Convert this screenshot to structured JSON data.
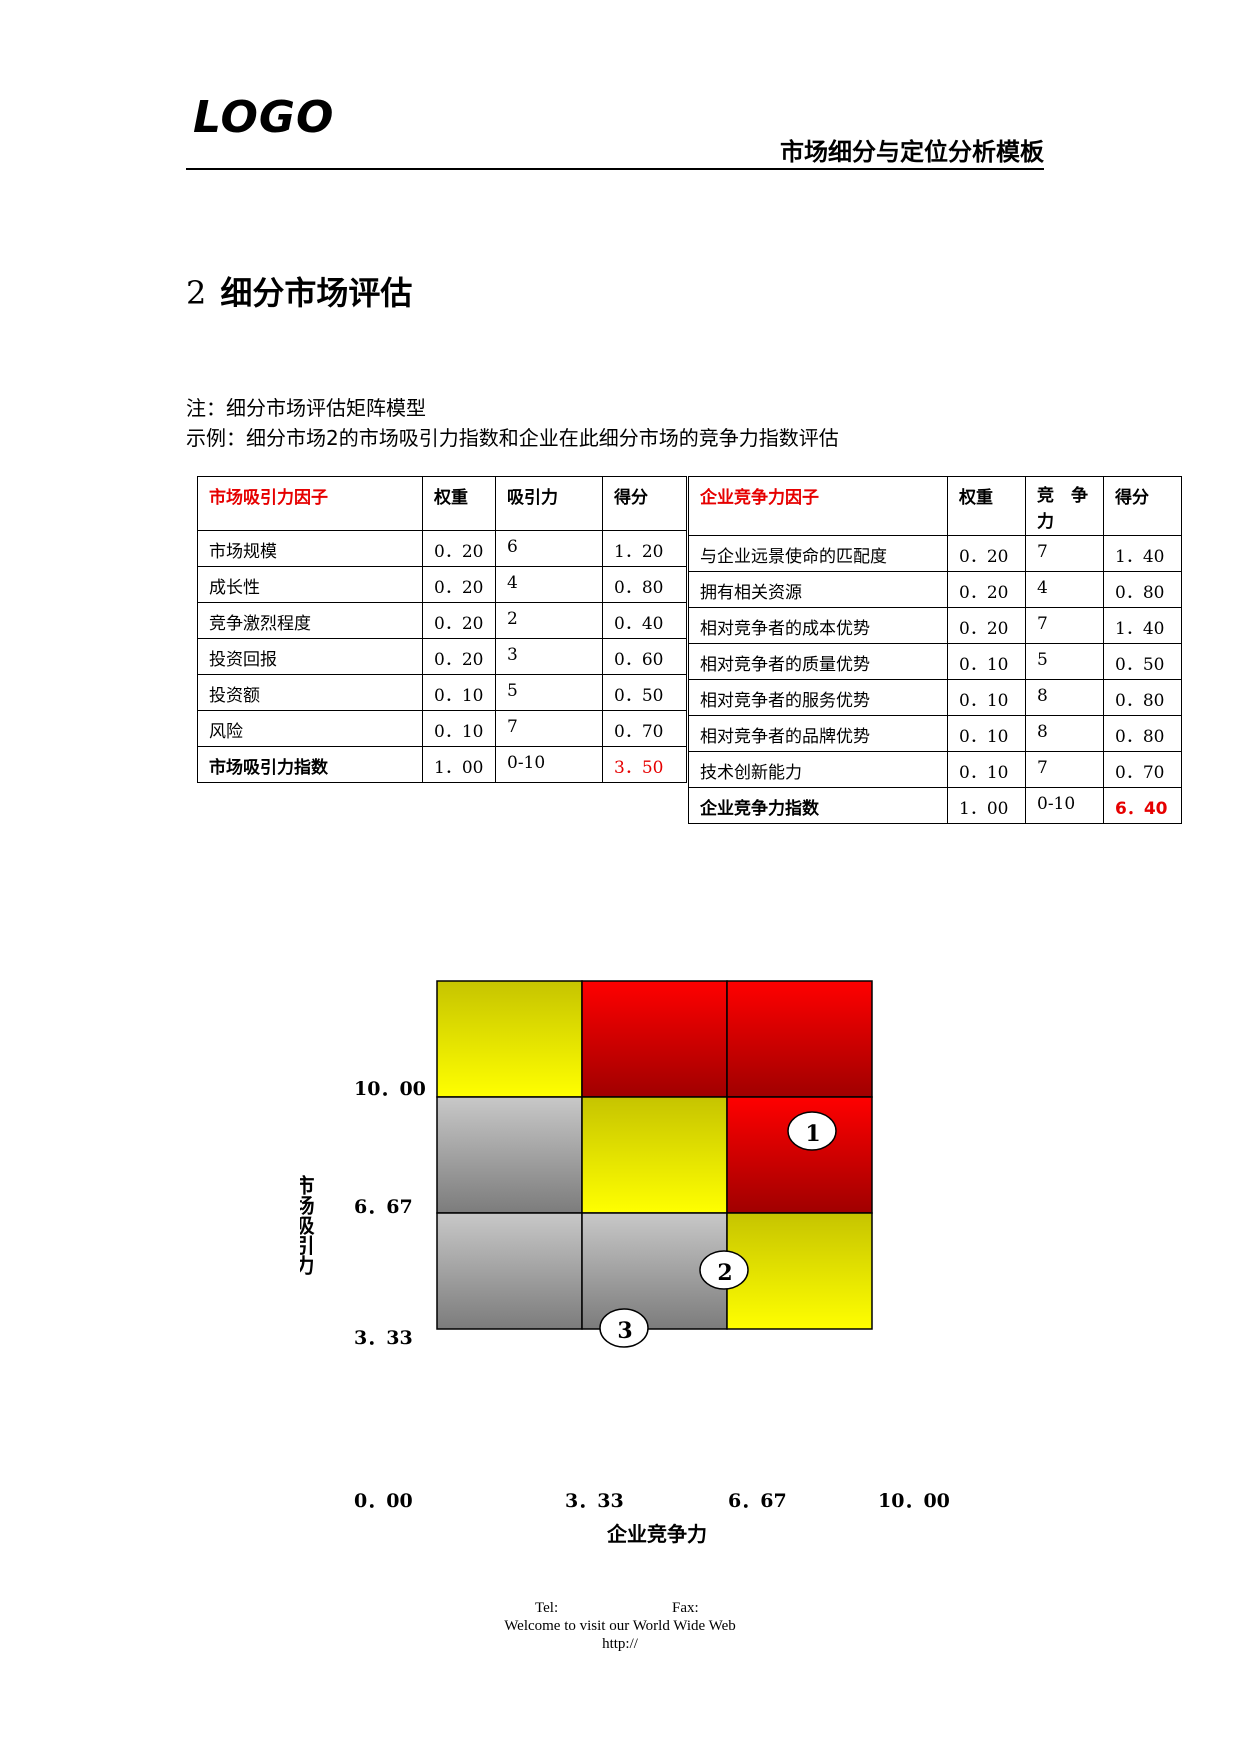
{
  "header": {
    "logo": "LOGO",
    "title": "市场细分与定位分析模板"
  },
  "section": {
    "number": "2",
    "title": "细分市场评估"
  },
  "notes": [
    "注：细分市场评估矩阵模型",
    "示例：细分市场2的市场吸引力指数和企业在此细分市场的竞争力指数评估"
  ],
  "attractiveness_table": {
    "headers": [
      "市场吸引力因子",
      "权重",
      "吸引力",
      "得分"
    ],
    "rows": [
      [
        "市场规模",
        "0．20",
        "6",
        "1．20"
      ],
      [
        "成长性",
        "0．20",
        "4",
        "0．80"
      ],
      [
        "竞争激烈程度",
        "0．20",
        "2",
        "0．40"
      ],
      [
        "投资回报",
        "0．20",
        "3",
        "0．60"
      ],
      [
        "投资额",
        "0．10",
        "5",
        "0．50"
      ],
      [
        "风险",
        "0．10",
        "7",
        "0．70"
      ]
    ],
    "total": [
      "市场吸引力指数",
      "1．00",
      "0-10",
      "3．50"
    ]
  },
  "competitiveness_table": {
    "headers": [
      "企业竞争力因子",
      "权重",
      "竞　争",
      "力",
      "得分"
    ],
    "rows": [
      [
        "与企业远景使命的匹配度",
        "0．20",
        "7",
        "1．40"
      ],
      [
        "拥有相关资源",
        "0．20",
        "4",
        "0．80"
      ],
      [
        "相对竞争者的成本优势",
        "0．20",
        "7",
        "1．40"
      ],
      [
        "相对竞争者的质量优势",
        "0．10",
        "5",
        "0．50"
      ],
      [
        "相对竞争者的服务优势",
        "0．10",
        "8",
        "0．80"
      ],
      [
        "相对竞争者的品牌优势",
        "0．10",
        "8",
        "0．80"
      ],
      [
        "技术创新能力",
        "0．10",
        "7",
        "0．70"
      ]
    ],
    "total": [
      "企业竞争力指数",
      "1．00",
      "0-10",
      "6．40"
    ]
  },
  "matrix": {
    "y_title": "市场吸引力",
    "x_title": "企业竞争力",
    "y_ticks": [
      "10．00",
      "6．67",
      "3．33"
    ],
    "x_ticks": [
      "0．00",
      "3．33",
      "6．67",
      "10．00"
    ],
    "cells": [
      [
        "yellow",
        "red",
        "red"
      ],
      [
        "gray",
        "yellow",
        "red"
      ],
      [
        "gray",
        "gray",
        "yellow"
      ]
    ],
    "markers": [
      "1",
      "2",
      "3"
    ],
    "colors": {
      "yellow_top": "#c6c400",
      "yellow_bottom": "#ffff00",
      "red_top": "#ff0000",
      "red_bottom": "#a00000",
      "gray_top": "#c8c8c8",
      "gray_bottom": "#7c7c7c"
    }
  },
  "footer": {
    "tel": "Tel:",
    "fax": "Fax:",
    "welcome": "Welcome to visit our World Wide Web",
    "url": "http://"
  }
}
